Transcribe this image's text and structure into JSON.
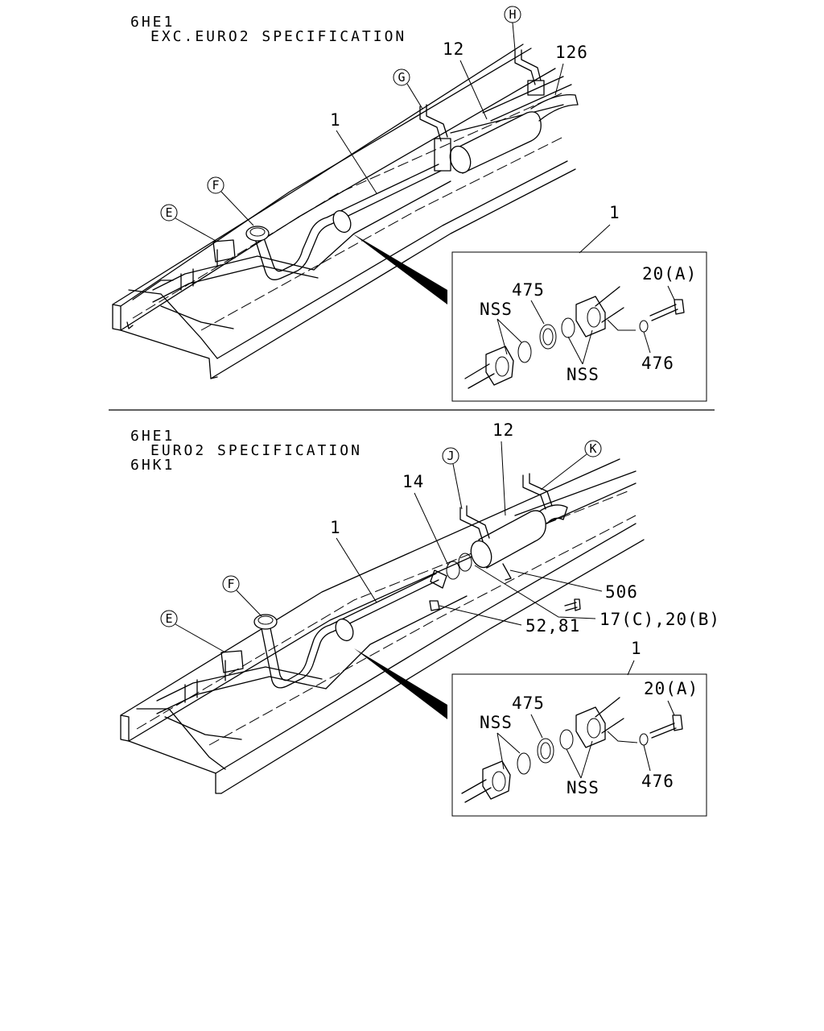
{
  "top_section": {
    "engine": "6HE1",
    "spec": "EXC.EURO2 SPECIFICATION",
    "labels": {
      "l12": "12",
      "l126": "126",
      "l1": "1",
      "l1_detail": "1",
      "circle_H": "H",
      "circle_G": "G",
      "circle_F": "F",
      "circle_E": "E"
    },
    "detail": {
      "l20a": "20(A)",
      "l475": "475",
      "lnss1": "NSS",
      "lnss2": "NSS",
      "l476": "476"
    }
  },
  "bottom_section": {
    "engine_a": "6HE1",
    "spec": "EURO2 SPECIFICATION",
    "engine_b": "6HK1",
    "labels": {
      "l12": "12",
      "l14": "14",
      "l1": "1",
      "l506": "506",
      "l17c20b": "17(C),20(B)",
      "l5281": "52,81",
      "l1_detail": "1",
      "circle_J": "J",
      "circle_K": "K",
      "circle_F": "F",
      "circle_E": "E"
    },
    "detail": {
      "l20a": "20(A)",
      "l475": "475",
      "lnss1": "NSS",
      "lnss2": "NSS",
      "l476": "476"
    }
  }
}
